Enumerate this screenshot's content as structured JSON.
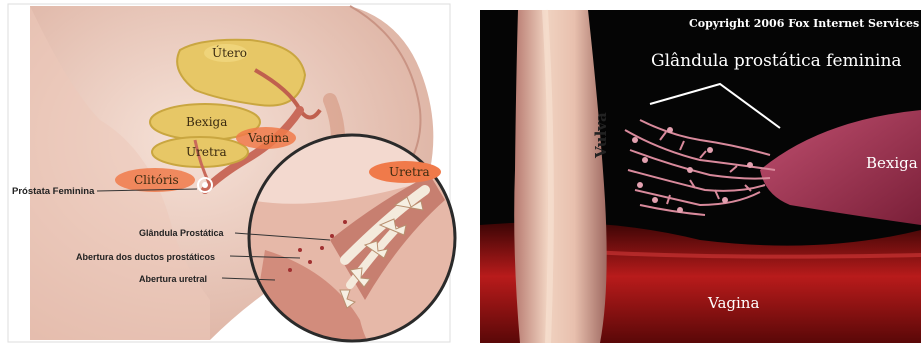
{
  "left_diagram": {
    "organs": {
      "uterus": "Útero",
      "bladder": "Bexiga",
      "vagina": "Vagina",
      "urethra": "Uretra",
      "clitoris": "Clitóris",
      "urethra_inset": "Uretra"
    },
    "callouts": {
      "female_prostate": "Próstata Feminina",
      "prostatic_gland": "Glândula Prostática",
      "prostatic_duct_openings": "Abertura dos ductos prostáticos",
      "urethral_opening": "Abertura uretral"
    },
    "colors": {
      "skin": "#efd3c6",
      "tissue": "#d9a08a",
      "organ_yellow": "#e7c766",
      "tag_orange": "#f07a4a"
    }
  },
  "right_image": {
    "copyright": "Copyright 2006 Fox Internet Services",
    "title": "Glândula prostática feminina",
    "vulva": "Vulva",
    "bladder": "Bexiga",
    "vagina": "Vagina",
    "colors": {
      "background": "#050505",
      "vagina_red": "#a51414",
      "gland_pink": "#d98a9c"
    }
  }
}
